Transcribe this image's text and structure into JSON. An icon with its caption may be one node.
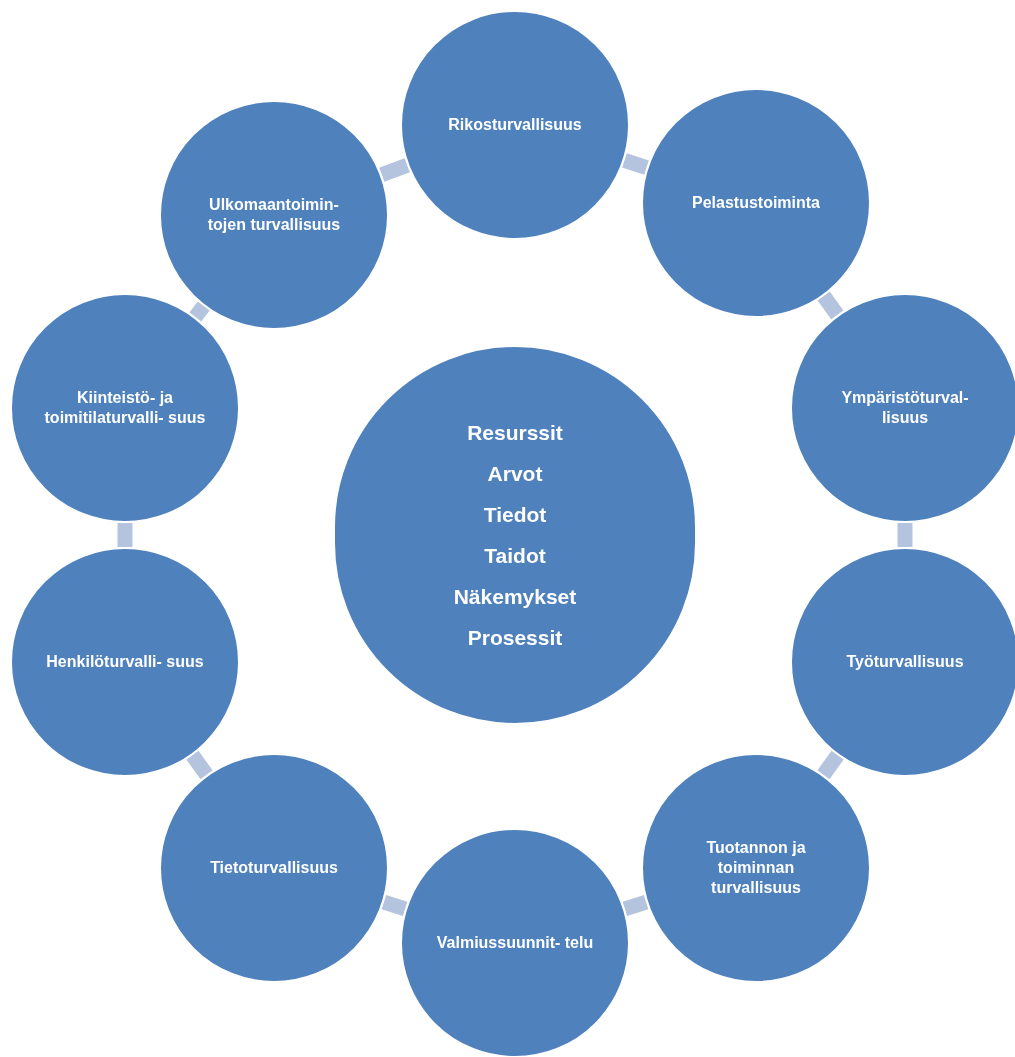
{
  "diagram": {
    "nodes": [
      {
        "text": [
          "Resurssit",
          "Arvot",
          "Tiedot",
          "Taidot",
          "Näkemykset",
          "Prosessit"
        ]
      },
      {
        "text": [
          "Rikosturvallisuus"
        ]
      },
      {
        "text": [
          "Pelastustoiminta"
        ]
      },
      {
        "text": [
          "Ympäristöturval- lisuus"
        ]
      },
      {
        "text": [
          "Työturvallisuus"
        ]
      },
      {
        "text": [
          "Tuotannon ja toiminnan turvallisuus"
        ]
      },
      {
        "text": [
          "Valmiussuunnit- telu"
        ]
      },
      {
        "text": [
          "Tietoturvallisuus"
        ]
      },
      {
        "text": [
          "Henkilöturvalli- suus"
        ]
      },
      {
        "text": [
          "Kiinteistö- ja toimitilaturvalli- suus"
        ]
      },
      {
        "text": [
          "Ulkomaantoimin- tojen turvallisuus"
        ]
      }
    ],
    "edges": [
      {
        "from": 1,
        "to": 2,
        "arrow": "none"
      },
      {
        "from": 2,
        "to": 3,
        "arrow": "none"
      },
      {
        "from": 3,
        "to": 4,
        "arrow": "none"
      },
      {
        "from": 4,
        "to": 5,
        "arrow": "none"
      },
      {
        "from": 5,
        "to": 6,
        "arrow": "none"
      },
      {
        "from": 6,
        "to": 7,
        "arrow": "none"
      },
      {
        "from": 7,
        "to": 8,
        "arrow": "none"
      },
      {
        "from": 8,
        "to": 9,
        "arrow": "none"
      },
      {
        "from": 9,
        "to": 10,
        "arrow": "none"
      },
      {
        "from": 10,
        "to": 1,
        "arrow": "none"
      }
    ]
  }
}
